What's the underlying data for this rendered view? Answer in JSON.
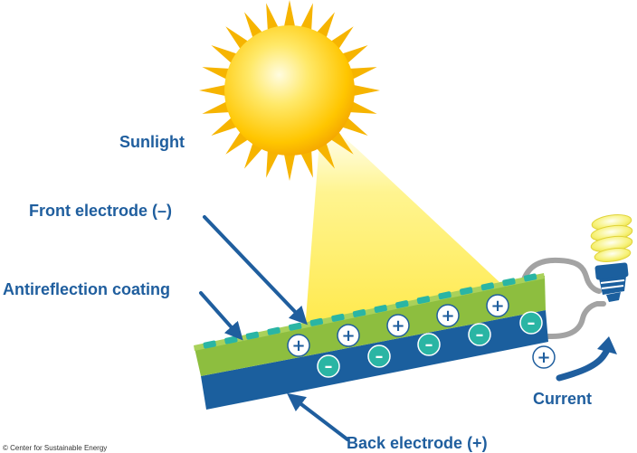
{
  "labels": {
    "sunlight": "Sunlight",
    "front_electrode": "Front electrode (–)",
    "antireflection_coating": "Antireflection coating",
    "back_electrode": "Back electrode (+)",
    "current": "Current"
  },
  "credit": "© Center for Sustainable Energy",
  "charges": {
    "plus_symbol": "+",
    "minus_symbol": "–"
  },
  "colors": {
    "label_blue": "#1f5e9e",
    "sun_core": "#ffd000",
    "sun_rays": "#f6b400",
    "light_beam": "#fff26a",
    "coating_green": "#8dbe3f",
    "coating_dots": "#2ab5a4",
    "back_electrode_blue": "#1b5f9e",
    "wire_gray": "#a3a3a3",
    "bulb_yellow": "#f4f06a",
    "bulb_base_blue": "#1b5f9e"
  }
}
